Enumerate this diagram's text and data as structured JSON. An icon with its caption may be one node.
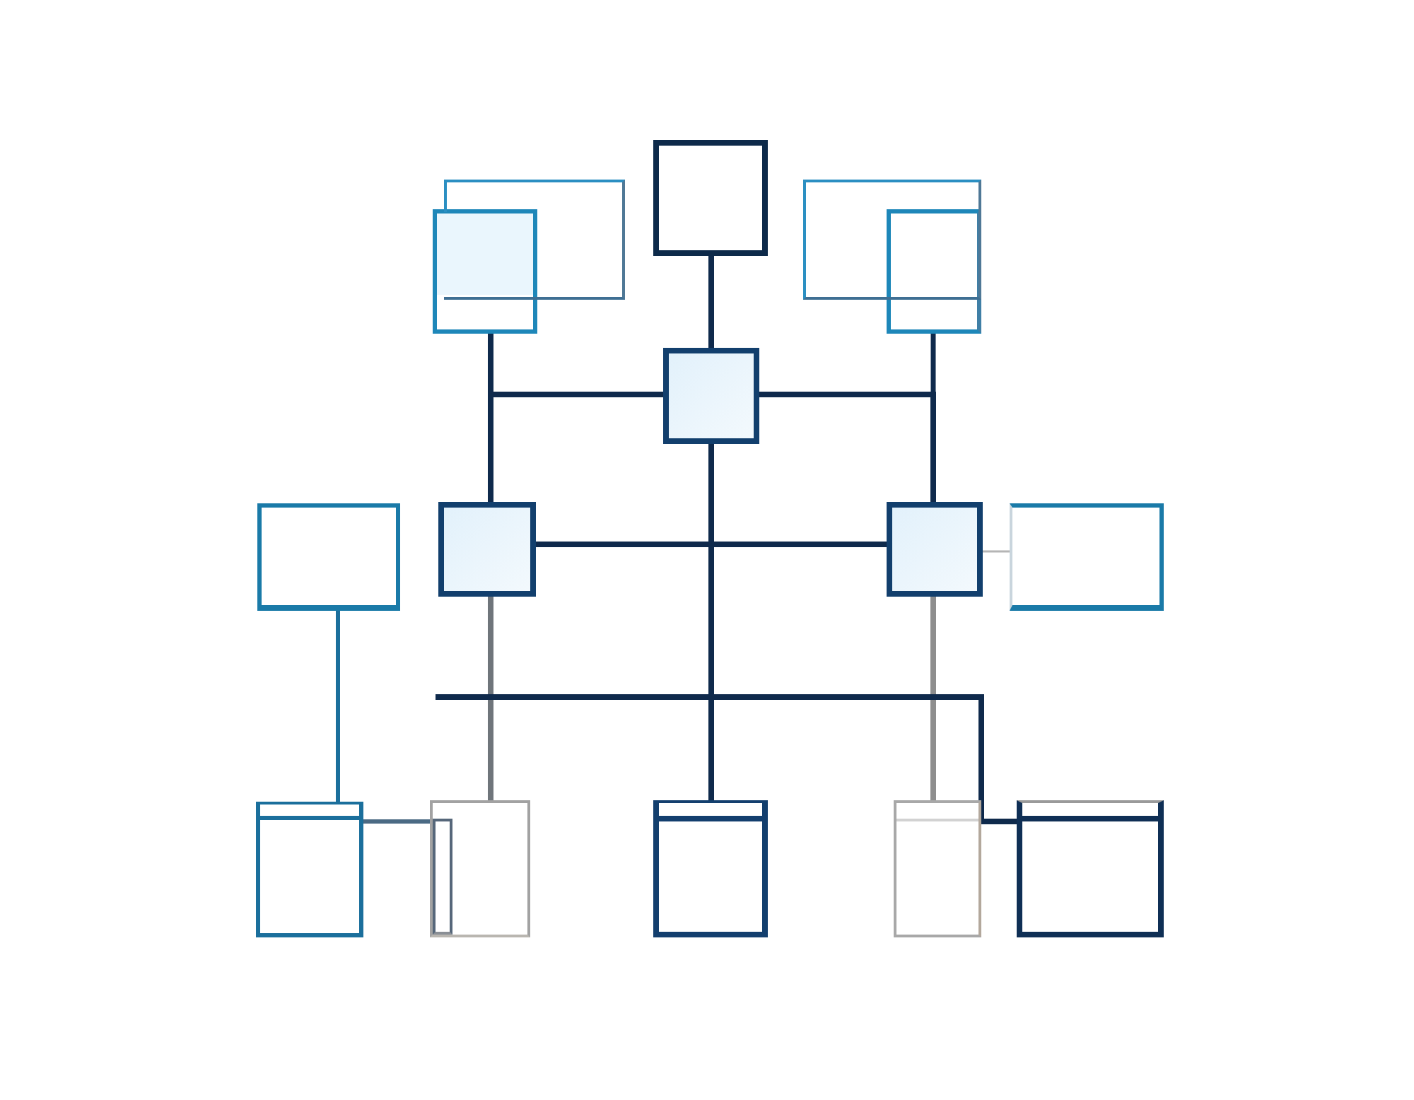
{
  "diagram": {
    "nodes": [
      {
        "text": [],
        "shape": "box"
      },
      {
        "text": [],
        "shape": "box"
      },
      {
        "text": [],
        "shape": "box"
      },
      {
        "text": [],
        "shape": "box"
      },
      {
        "text": [],
        "shape": "box"
      },
      {
        "text": [],
        "shape": "box"
      },
      {
        "text": [],
        "shape": "box"
      },
      {
        "text": [],
        "shape": "box"
      },
      {
        "text": [],
        "shape": "box"
      },
      {
        "text": [],
        "shape": "box"
      },
      {
        "text": [],
        "shape": "box"
      },
      {
        "text": [],
        "shape": "box"
      },
      {
        "text": [],
        "shape": "box"
      },
      {
        "text": [],
        "shape": "box"
      },
      {
        "text": [],
        "shape": "box"
      }
    ],
    "edges": [
      {
        "from": 2,
        "to": 5,
        "arrow": "none"
      },
      {
        "from": 1,
        "to": 7,
        "arrow": "none"
      },
      {
        "from": 5,
        "to": 7,
        "arrow": "none"
      },
      {
        "from": 4,
        "to": 8,
        "arrow": "none"
      },
      {
        "from": 5,
        "to": 8,
        "arrow": "none"
      },
      {
        "from": 7,
        "to": 8,
        "arrow": "none"
      },
      {
        "from": 5,
        "to": 12,
        "arrow": "none"
      },
      {
        "from": 6,
        "to": 10,
        "arrow": "none",
        "color": "#1b6f9c"
      },
      {
        "from": 7,
        "to": 11,
        "arrow": "none",
        "color": "#6f757b"
      },
      {
        "from": 8,
        "to": 13,
        "arrow": "none",
        "color": "#8e8e8e"
      },
      {
        "from": 8,
        "to": 9,
        "arrow": "none",
        "color": "#b5b5b5"
      },
      {
        "from": 10,
        "to": 11,
        "arrow": "none",
        "color": "#4b6a84"
      },
      {
        "from": null,
        "to": 14,
        "arrow": "none"
      }
    ]
  }
}
